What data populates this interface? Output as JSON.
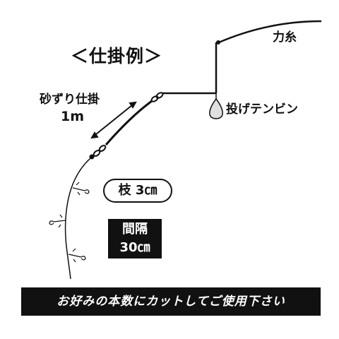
{
  "title": "＜仕掛例＞",
  "labels": {
    "main_line": "力糸",
    "sinker": "投げテンビン",
    "sunazuri": "砂ずり仕掛",
    "sunazuri_length": "1m"
  },
  "branch": {
    "label": "枝",
    "value": "3㎝"
  },
  "interval": {
    "label": "間隔",
    "value": "30㎝"
  },
  "banner": "お好みの本数にカットしてご使用下さい",
  "colors": {
    "ink": "#111111",
    "background": "#ffffff",
    "sinker": "#e0e0e0"
  }
}
